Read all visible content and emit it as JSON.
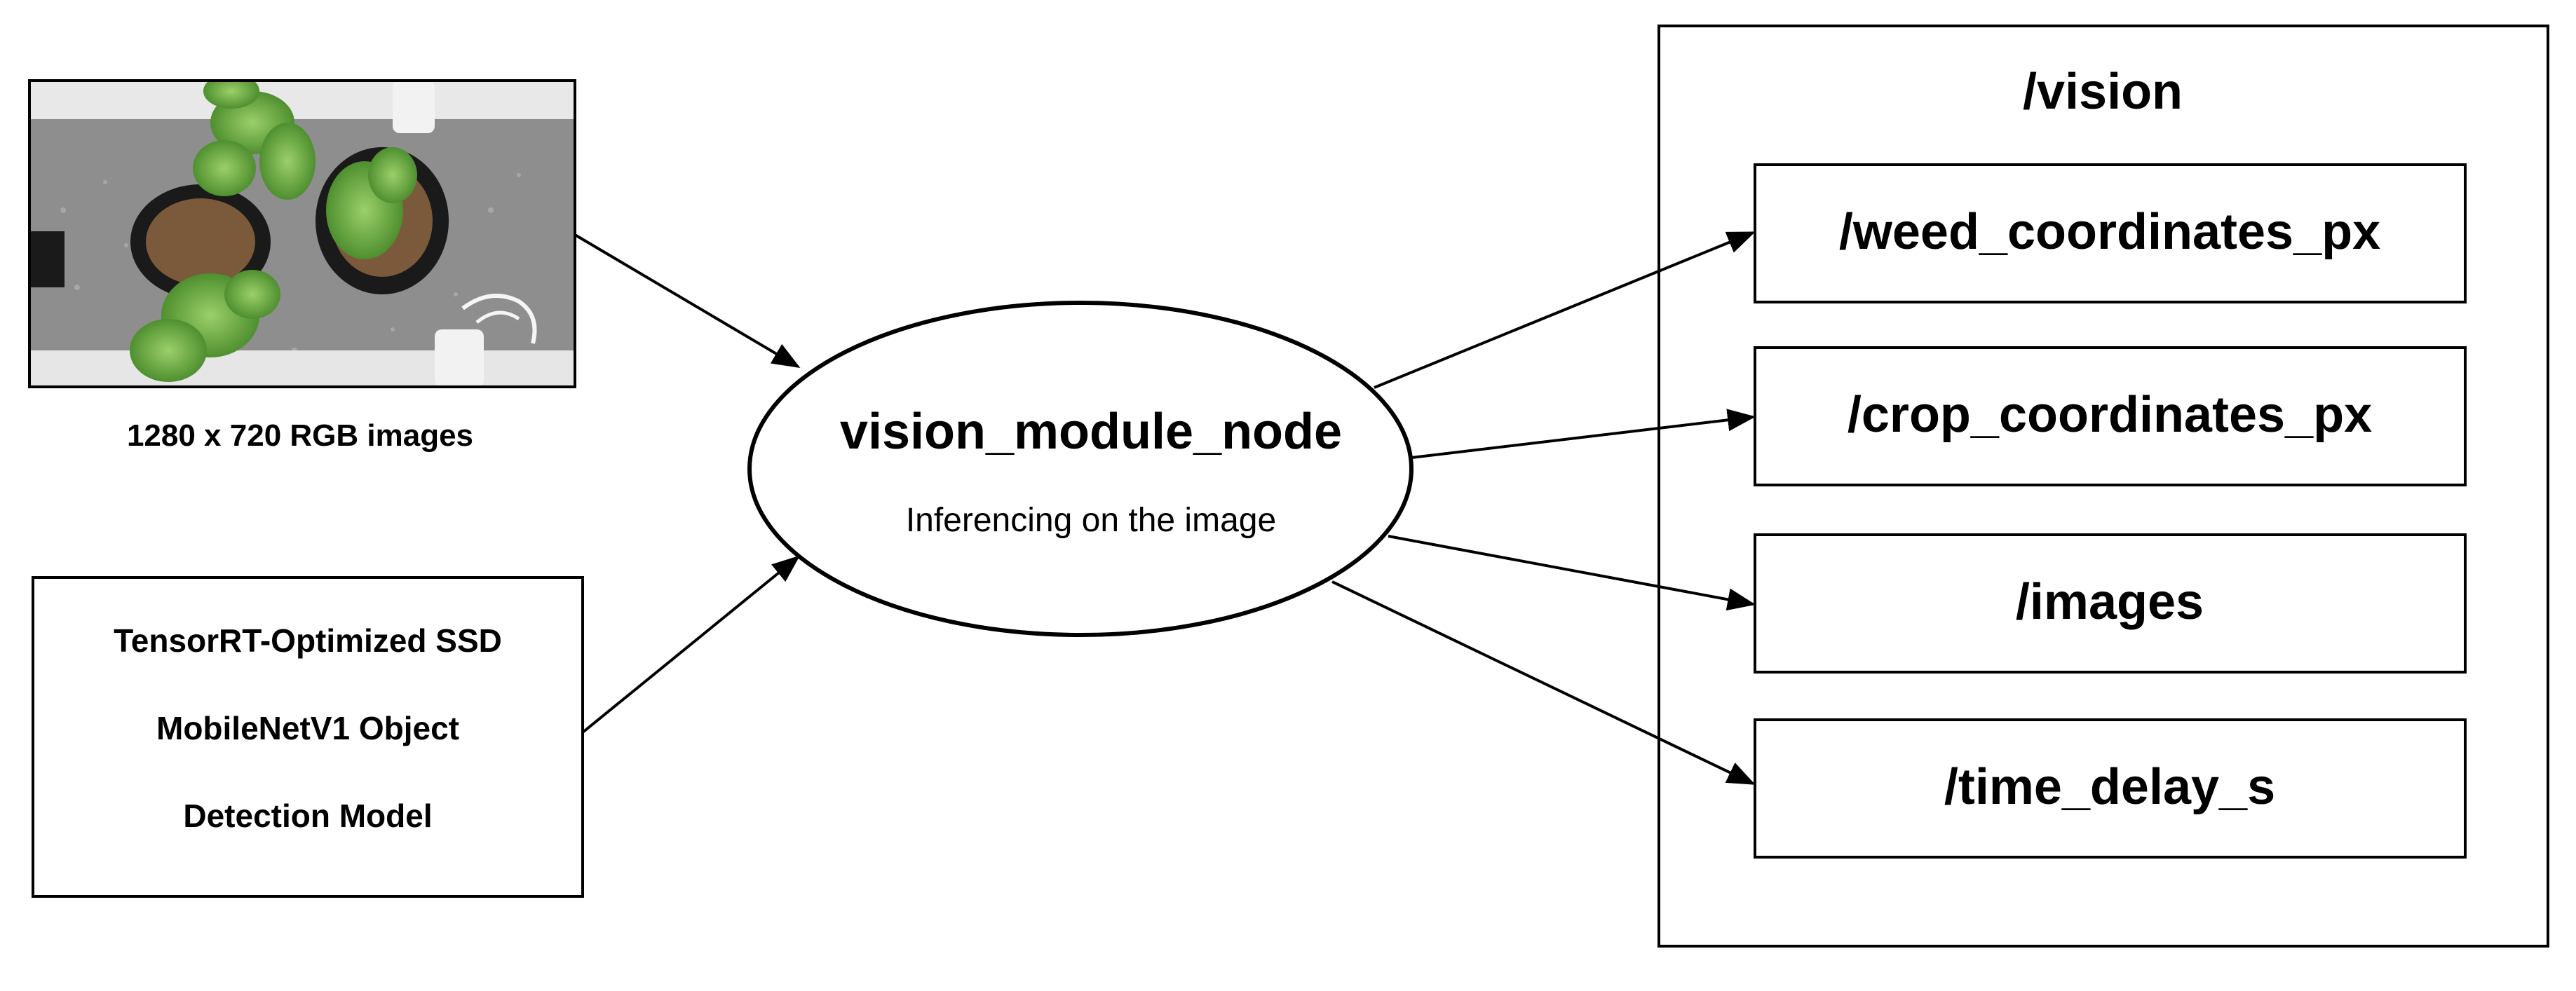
{
  "input_image": {
    "caption": "1280 x 720 RGB images",
    "icon": "plant-tray-photo"
  },
  "model_box": {
    "lines": [
      "TensorRT-Optimized SSD",
      "MobileNetV1 Object",
      "Detection Model"
    ]
  },
  "node": {
    "title": "vision_module_node",
    "subtitle": "Inferencing on the image"
  },
  "namespace": {
    "title": "/vision",
    "topics": [
      "/weed_coordinates_px",
      "/crop_coordinates_px",
      "/images",
      "/time_delay_s"
    ]
  },
  "colors": {
    "stroke": "#000000",
    "background": "#ffffff",
    "leaf": "#6aa84f",
    "pot": "#1a1a1a",
    "soil": "#7a5a3a",
    "tray": "#9a9a9a"
  }
}
